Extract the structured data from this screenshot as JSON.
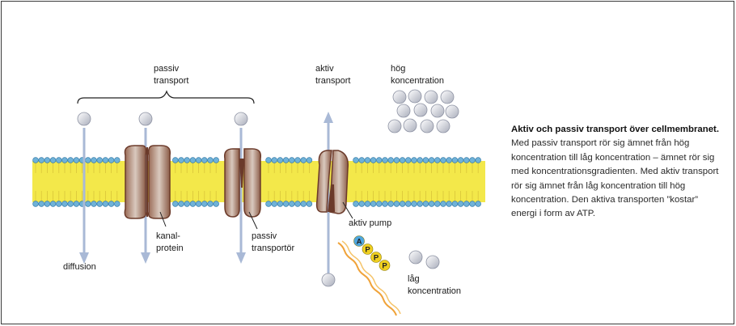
{
  "colors": {
    "membrane_fill": "#f3e84a",
    "head_blue": "#6fb2d8",
    "protein_brown": "#6b3a2a",
    "arrow_blue": "#a9b9d6",
    "molecule_gray": "#c7cad4",
    "atp_yellow": "#f0d020",
    "atp_blue": "#4da6e0",
    "energy_orange": "#f0a33a"
  },
  "labels": {
    "passive_transport": "passiv\ntransport",
    "active_transport": "aktiv\ntransport",
    "high_concentration": "hög\nkoncentration",
    "low_concentration": "låg\nkoncentration",
    "diffusion": "diffusion",
    "channel_protein": "kanal-\nprotein",
    "passive_transporter": "passiv\ntransportör",
    "active_pump": "aktiv pump"
  },
  "atp_letters": [
    "A",
    "P",
    "P",
    "P"
  ],
  "caption": {
    "title": "Aktiv och passiv transport över cellmembranet.",
    "body": "Med passiv transport rör sig ämnet från hög koncentration till låg koncentration – ämnet rör sig med koncentrationsgradienten. Med aktiv transport rör sig ämnet från låg koncentration till hög koncentration. Den aktiva transporten ”kostar” energi i form av ATP."
  },
  "icons": [
    "transport-arrow-icon",
    "molecule-icon",
    "atp-molecule-icon",
    "energy-wave-icon",
    "brace-icon"
  ]
}
